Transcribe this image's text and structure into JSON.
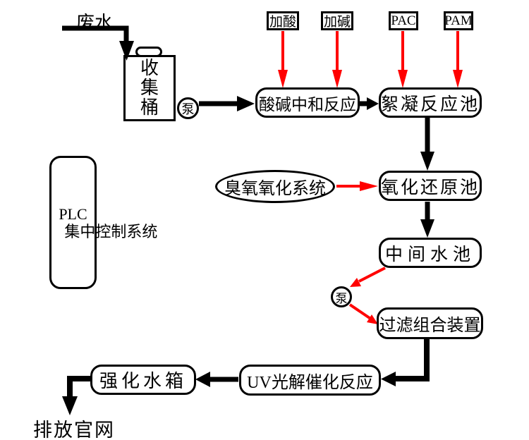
{
  "colors": {
    "line": "#000000",
    "red": "#ff0000",
    "background": "#ffffff"
  },
  "labels": {
    "wastewater": "废水",
    "discharge": "排放官网"
  },
  "pumps": {
    "pump1": "泵",
    "pump2": "泵"
  },
  "dosing": {
    "acid": "加酸",
    "alkali": "加碱",
    "pac": "PAC",
    "pam": "PAM"
  },
  "nodes": {
    "bucket": "收集桶",
    "neutralization": "酸碱中和反应",
    "flocculation": "絮凝反应池",
    "redox": "氧化还原池",
    "intermediate": "中间水池",
    "filter": "过滤组合装置",
    "uv": "UV光解催化反应",
    "tank": "强化水箱",
    "ozone": "臭氧氧化系统",
    "plc_line1": "PLC",
    "plc_vertical": "集中控制系统"
  }
}
